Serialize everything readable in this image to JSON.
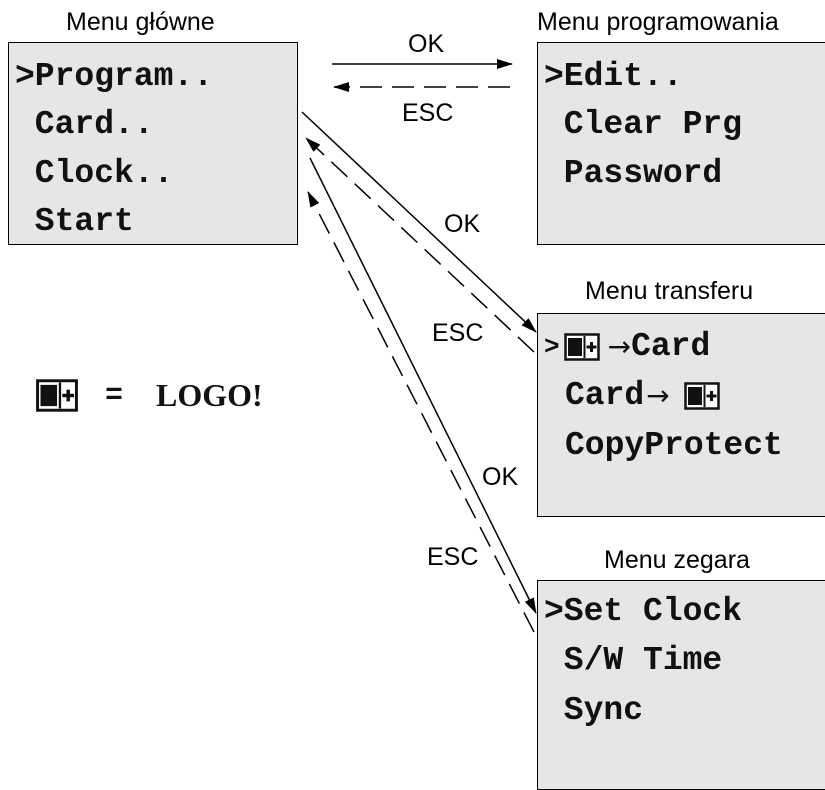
{
  "main_menu": {
    "title": "Menu główne",
    "items": [
      ">Program..",
      " Card..",
      " Clock..",
      " Start"
    ]
  },
  "program_menu": {
    "title": "Menu programowania",
    "items": [
      ">Edit..",
      " Clear Prg",
      " Password"
    ]
  },
  "transfer_menu": {
    "title": "Menu transferu",
    "item1_prefix": ">",
    "item1_arrow": "→",
    "item1_text": "Card",
    "item2_text": "Card",
    "item2_arrow": "→",
    "item3": "CopyProtect"
  },
  "clock_menu": {
    "title": "Menu zegara",
    "items": [
      ">Set Clock",
      " S/W Time",
      " Sync"
    ]
  },
  "arrows": {
    "ok_program": "OK",
    "esc_program": "ESC",
    "ok_transfer": "OK",
    "esc_transfer": "ESC",
    "ok_clock": "OK",
    "esc_clock": "ESC"
  },
  "legend": {
    "equals": "=",
    "text": "LOGO!",
    "icon": "logo-module-icon"
  },
  "colors": {
    "panel_background": "#e6e6e6",
    "border": "#000000"
  }
}
